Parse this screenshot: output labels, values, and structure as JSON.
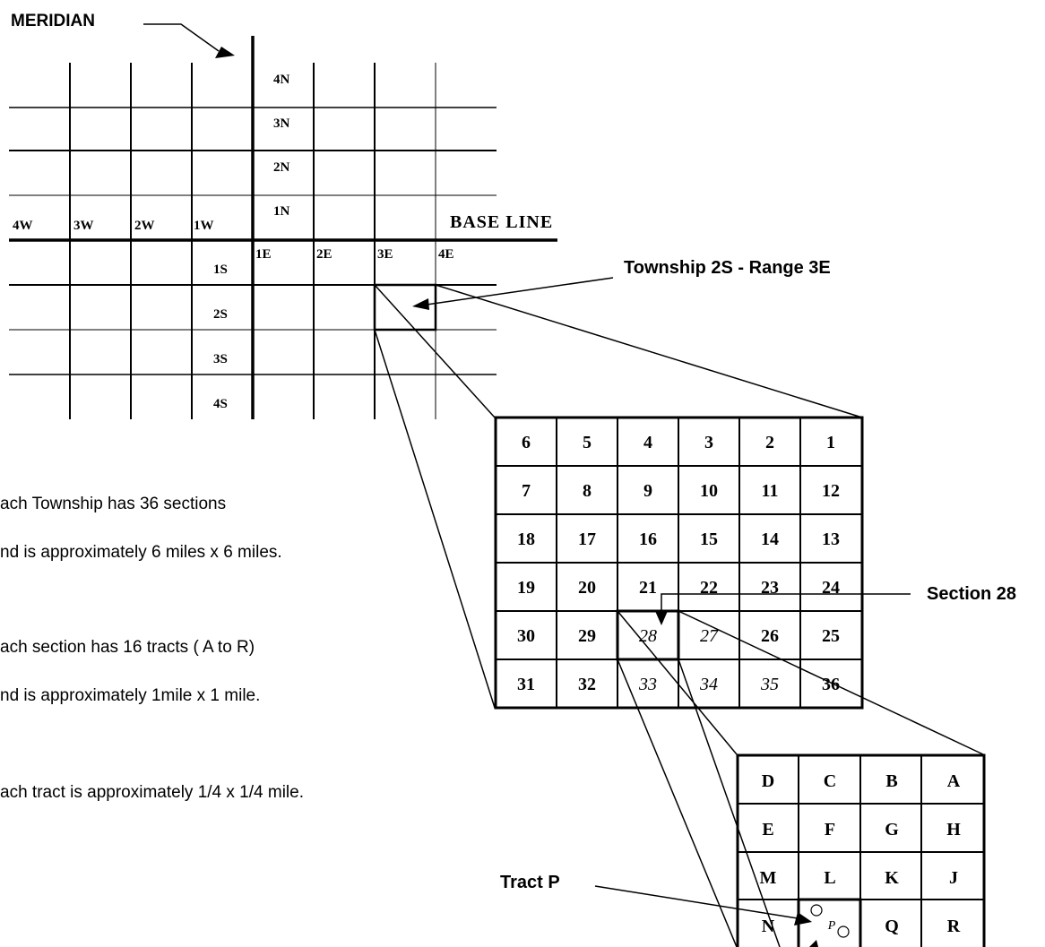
{
  "labels": {
    "meridian": "MERIDIAN",
    "base_line": "BASE LINE",
    "township_callout": "Township 2S - Range 3E",
    "section_callout": "Section 28",
    "tract_callout": "Tract P"
  },
  "notes": [
    "ach Township has 36 sections",
    "nd is approximately 6 miles x 6  miles.",
    "ach section has 16 tracts ( A to R)",
    "nd is approximately 1mile  x 1 mile.",
    "ach tract is approximately 1/4  x  1/4 mile."
  ],
  "township_grid": {
    "north": [
      "4N",
      "3N",
      "2N",
      "1N"
    ],
    "south": [
      "1S",
      "2S",
      "3S",
      "4S"
    ],
    "west": [
      "4W",
      "3W",
      "2W",
      "1W"
    ],
    "east": [
      "1E",
      "2E",
      "3E",
      "4E"
    ]
  },
  "sections": [
    [
      "6",
      "5",
      "4",
      "3",
      "2",
      "1"
    ],
    [
      "7",
      "8",
      "9",
      "10",
      "11",
      "12"
    ],
    [
      "18",
      "17",
      "16",
      "15",
      "14",
      "13"
    ],
    [
      "19",
      "20",
      "21",
      "22",
      "23",
      "24"
    ],
    [
      "30",
      "29",
      "28",
      "27",
      "26",
      "25"
    ],
    [
      "31",
      "32",
      "33",
      "34",
      "35",
      "36"
    ]
  ],
  "italic_sections": [
    "28",
    "27",
    "33",
    "34",
    "35"
  ],
  "tracts": [
    [
      "D",
      "C",
      "B",
      "A"
    ],
    [
      "E",
      "F",
      "G",
      "H"
    ],
    [
      "M",
      "L",
      "K",
      "J"
    ],
    [
      "N",
      "P",
      "Q",
      "R"
    ]
  ]
}
